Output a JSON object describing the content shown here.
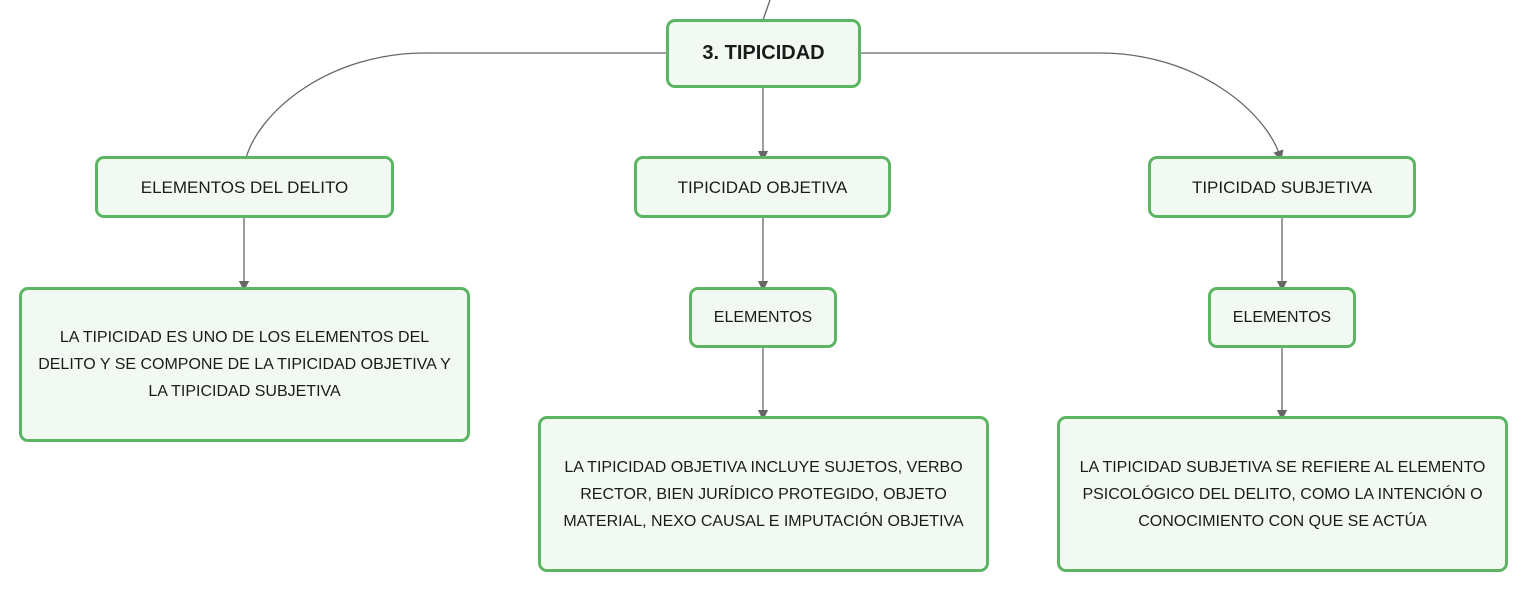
{
  "diagram": {
    "root": {
      "label": "3. TIPICIDAD"
    },
    "branches": [
      {
        "label": "ELEMENTOS DEL DELITO",
        "description": "LA TIPICIDAD ES UNO DE LOS ELEMENTOS DEL DELITO Y SE COMPONE DE LA TIPICIDAD OBJETIVA Y LA TIPICIDAD SUBJETIVA"
      },
      {
        "label": "TIPICIDAD OBJETIVA",
        "sub_label": "ELEMENTOS",
        "description": "LA TIPICIDAD OBJETIVA INCLUYE SUJETOS, VERBO RECTOR, BIEN JURÍDICO PROTEGIDO, OBJETO MATERIAL, NEXO CAUSAL E IMPUTACIÓN OBJETIVA"
      },
      {
        "label": "TIPICIDAD SUBJETIVA",
        "sub_label": "ELEMENTOS",
        "description": "LA TIPICIDAD SUBJETIVA SE REFIERE AL ELEMENTO PSICOLÓGICO DEL DELITO, COMO LA INTENCIÓN O CONOCIMIENTO CON QUE SE ACTÚA"
      }
    ],
    "colors": {
      "border": "#5cb562",
      "fill": "#f2f9f2",
      "connector": "#666666"
    }
  }
}
